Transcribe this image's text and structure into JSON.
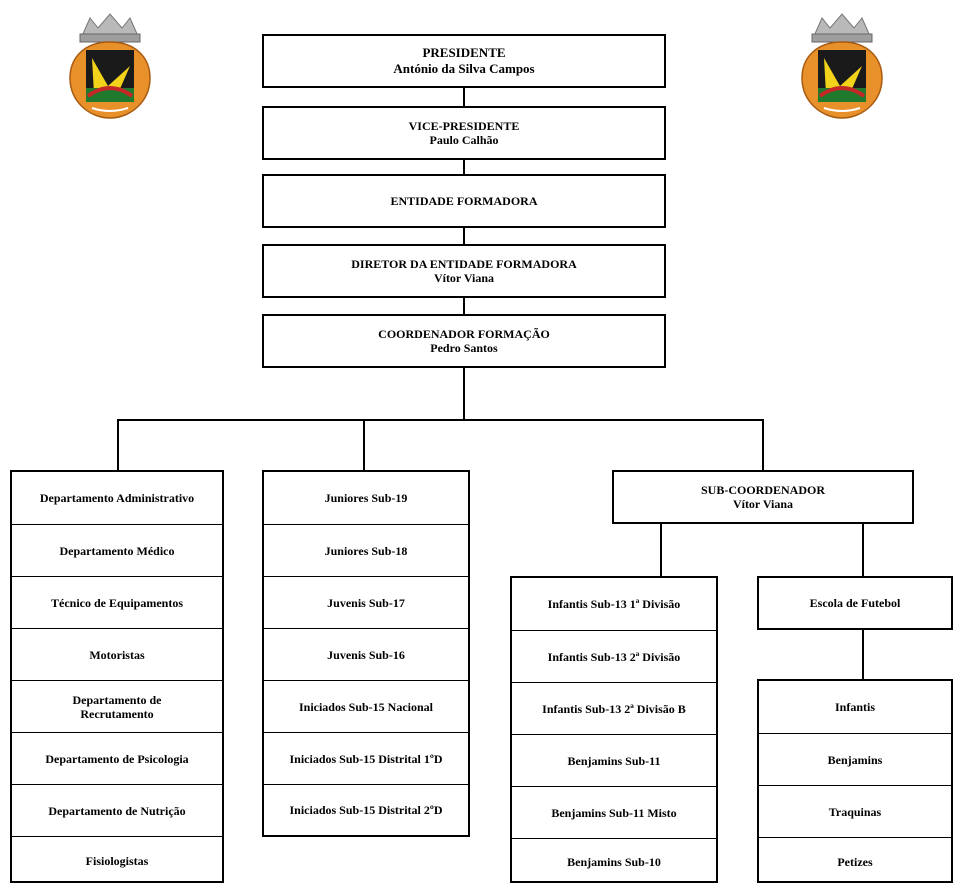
{
  "top_chain": [
    {
      "title": "PRESIDENTE",
      "name": "António da Silva Campos"
    },
    {
      "title": "VICE-PRESIDENTE",
      "name": "Paulo Calhão"
    },
    {
      "title": "ENTIDADE FORMADORA",
      "name": ""
    },
    {
      "title": "DIRETOR DA ENTIDADE FORMADORA",
      "name": "Vítor Viana"
    },
    {
      "title": "COORDENADOR FORMAÇÃO",
      "name": "Pedro Santos"
    }
  ],
  "departments": [
    "Departamento Administrativo",
    "Departamento Médico",
    "Técnico de Equipamentos",
    "Motoristas",
    "Departamento de Recrutamento",
    "Departamento de Psicologia",
    "Departamento de Nutrição",
    "Fisiologistas"
  ],
  "teams": [
    "Juniores Sub-19",
    "Juniores Sub-18",
    "Juvenis Sub-17",
    "Juvenis Sub-16",
    "Iniciados Sub-15 Nacional",
    "Iniciados Sub-15 Distrital 1ºD",
    "Iniciados Sub-15 Distrital 2ºD"
  ],
  "sub_coordinator": {
    "title": "SUB-COORDENADOR",
    "name": "Vítor Viana"
  },
  "younger_teams": [
    "Infantis Sub-13 1ª Divisão",
    "Infantis Sub-13 2ª Divisão",
    "Infantis Sub-13 2ª Divisão B",
    "Benjamins Sub-11",
    "Benjamins Sub-11 Misto",
    "Benjamins Sub-10"
  ],
  "school": {
    "title": "Escola de Futebol"
  },
  "school_groups": [
    "Infantis",
    "Benjamins",
    "Traquinas",
    "Petizes"
  ],
  "colors": {
    "crest_orange": "#e8902a",
    "crest_dark": "#1a1a1a",
    "crest_green": "#1f7a2e",
    "crest_yellow": "#f2d21b",
    "crest_red": "#c62828",
    "crest_silver": "#b9b9b9"
  }
}
